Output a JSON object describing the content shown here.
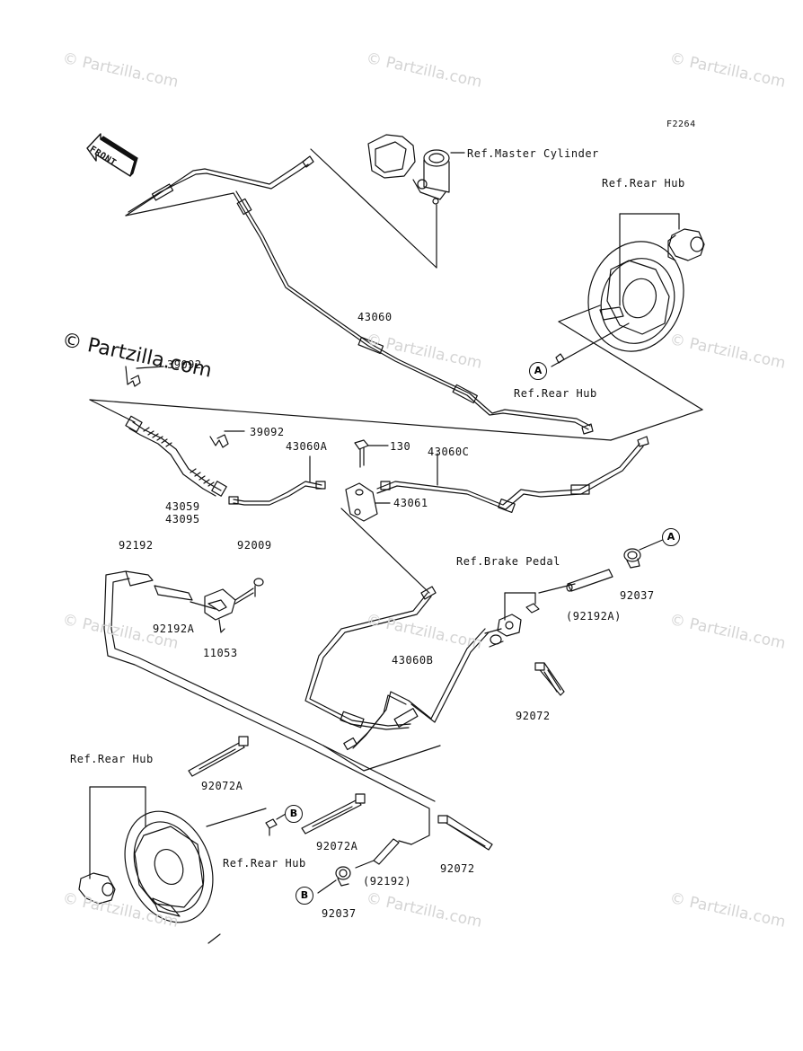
{
  "figure_code": "F2264",
  "front_arrow": "FRONT",
  "watermark": "© Partzilla.com",
  "watermark_overlay": "© Partzilla.com",
  "labels": {
    "ref_master_cylinder": "Ref.Master Cylinder",
    "ref_rear_hub_top": "Ref.Rear Hub",
    "ref_rear_hub_mid": "Ref.Rear Hub",
    "ref_rear_hub_left": "Ref.Rear Hub",
    "ref_rear_hub_bottom": "Ref.Rear Hub",
    "ref_brake_pedal": "Ref.Brake Pedal",
    "p43060": "43060",
    "p39092_top": "39092",
    "p39092_mid": "39092",
    "p43060A": "43060A",
    "p130": "130",
    "p43060C": "43060C",
    "p43061": "43061",
    "p43059": "43059",
    "p43095": "43095",
    "p92192": "92192",
    "p92009": "92009",
    "p92192A": "92192A",
    "p11053": "11053",
    "p43060B": "43060B",
    "p92037_right": "92037",
    "p92192A_paren": "(92192A)",
    "p92072_right": "92072",
    "p92072A_left": "92072A",
    "p92072A_mid": "92072A",
    "p92072_bottom": "92072",
    "p92192_paren": "(92192)",
    "p92037_bottom": "92037"
  },
  "markers": {
    "a_left": "A",
    "a_right": "A",
    "b_top": "B",
    "b_bottom": "B"
  }
}
